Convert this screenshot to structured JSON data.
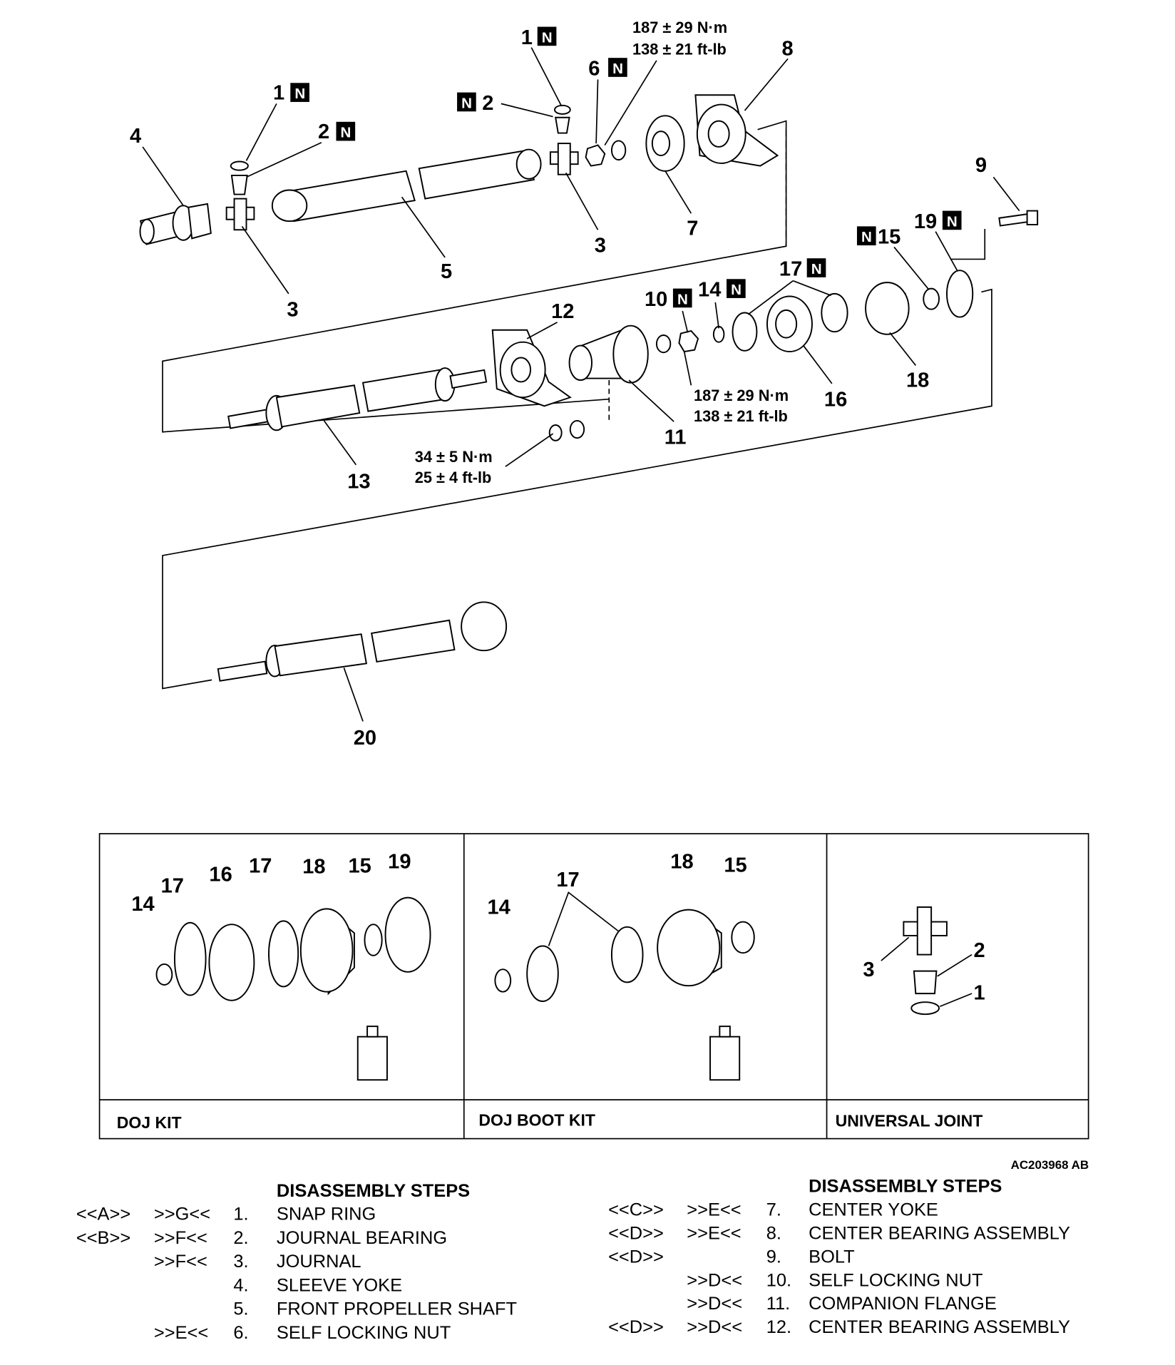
{
  "diagram": {
    "callouts_top": {
      "c1a": "1",
      "c2a": "2",
      "c4": "4",
      "c3a": "3",
      "c5": "5",
      "c2b": "2",
      "c1b": "1",
      "c6": "6",
      "c8": "8",
      "c7": "7",
      "c3b": "3",
      "c9": "9",
      "c15": "15",
      "c19": "19",
      "c17": "17",
      "c14": "14",
      "c10": "10",
      "c12": "12",
      "c16": "16",
      "c18": "18",
      "c11": "11",
      "c13": "13",
      "c20": "20"
    },
    "new_part_mark": "N",
    "torque_1": {
      "nm": "187 ± 29 N·m",
      "ftlb": "138 ± 21 ft-lb"
    },
    "torque_2": {
      "nm": "187 ± 29 N·m",
      "ftlb": "138 ± 21 ft-lb"
    },
    "torque_3": {
      "nm": "34 ± 5 N·m",
      "ftlb": "25 ± 4 ft-lb"
    },
    "kits": [
      {
        "caption": "DOJ KIT",
        "callouts": [
          "14",
          "17",
          "16",
          "17",
          "18",
          "15",
          "19"
        ]
      },
      {
        "caption": "DOJ BOOT KIT",
        "callouts": [
          "14",
          "17",
          "18",
          "15"
        ]
      },
      {
        "caption": "UNIVERSAL JOINT",
        "callouts": [
          "3",
          "2",
          "1"
        ]
      }
    ],
    "figure_code": "AC203968 AB"
  },
  "steps_left": {
    "heading": "DISASSEMBLY STEPS",
    "rows": [
      {
        "a": "<<A>>",
        "b": ">>G<<",
        "n": "1.",
        "t": "SNAP RING"
      },
      {
        "a": "<<B>>",
        "b": ">>F<<",
        "n": "2.",
        "t": "JOURNAL BEARING"
      },
      {
        "a": "",
        "b": ">>F<<",
        "n": "3.",
        "t": "JOURNAL"
      },
      {
        "a": "",
        "b": "",
        "n": "4.",
        "t": "SLEEVE YOKE"
      },
      {
        "a": "",
        "b": "",
        "n": "5.",
        "t": "FRONT PROPELLER SHAFT"
      },
      {
        "a": "",
        "b": ">>E<<",
        "n": "6.",
        "t": "SELF LOCKING NUT"
      }
    ]
  },
  "steps_right": {
    "heading": "DISASSEMBLY STEPS",
    "rows": [
      {
        "a": "<<C>>",
        "b": ">>E<<",
        "n": "7.",
        "t": "CENTER YOKE"
      },
      {
        "a": "<<D>>",
        "b": ">>E<<",
        "n": "8.",
        "t": "CENTER BEARING ASSEMBLY"
      },
      {
        "a": "<<D>>",
        "b": "",
        "n": "9.",
        "t": "BOLT"
      },
      {
        "a": "",
        "b": ">>D<<",
        "n": "10.",
        "t": "SELF LOCKING NUT"
      },
      {
        "a": "",
        "b": ">>D<<",
        "n": "11.",
        "t": "COMPANION FLANGE"
      },
      {
        "a": "<<D>>",
        "b": ">>D<<",
        "n": "12.",
        "t": "CENTER BEARING ASSEMBLY"
      }
    ]
  }
}
